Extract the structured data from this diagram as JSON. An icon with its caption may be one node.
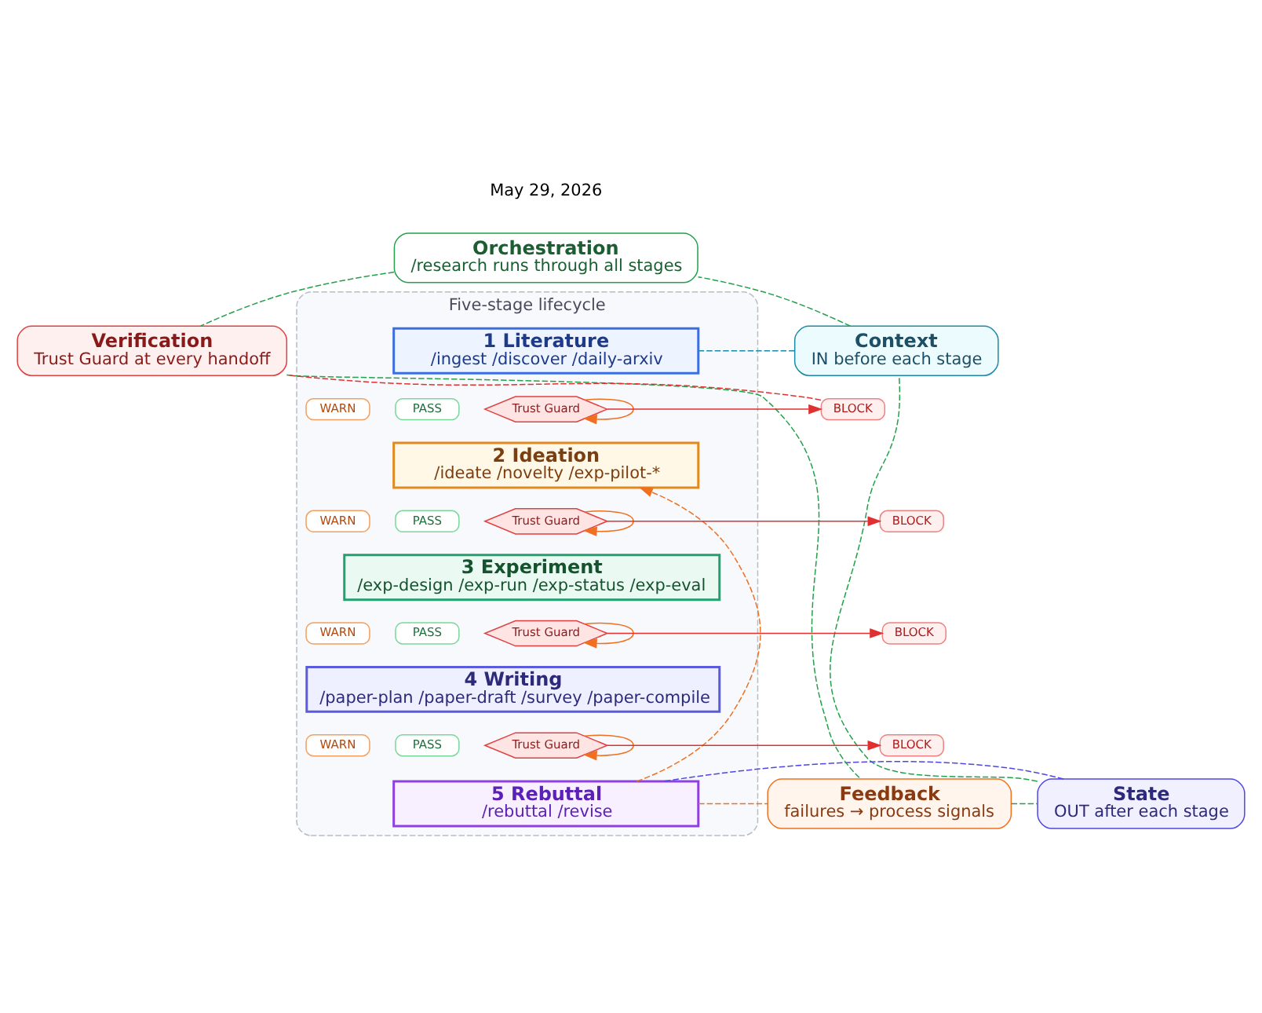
{
  "diagram": {
    "nodes": [
      {
        "text": [
          "Orchestration",
          "/research runs through all stages"
        ]
      },
      {
        "text": [
          "Context",
          "IN before each stage"
        ]
      },
      {
        "text": [
          "State",
          "OUT after each stage"
        ]
      },
      {
        "text": [
          "Verification",
          "Trust Guard at every handoff"
        ]
      },
      {
        "text": [
          "Feedback",
          "failures → process signals"
        ]
      },
      {
        "text": [
          "Five-stage lifecycle"
        ]
      },
      {
        "text": [
          "1 Literature",
          "/ingest /discover /daily-arxiv"
        ],
        "in": 5
      },
      {
        "text": [
          "2 Ideation",
          "/ideate /novelty /exp-pilot-*"
        ],
        "in": 5
      },
      {
        "text": [
          "3 Experiment",
          "/exp-design /exp-run /exp-status /exp-eval"
        ],
        "in": 5
      },
      {
        "text": [
          "4 Writing",
          "/paper-plan /paper-draft /survey /paper-compile"
        ],
        "in": 5
      },
      {
        "text": [
          "5 Rebuttal",
          "/rebuttal /revise"
        ],
        "in": 5
      },
      {
        "text": [
          "PASS"
        ],
        "in": 5
      },
      {
        "text": [
          "Trust Guard"
        ],
        "in": 5
      },
      {
        "text": [
          "WARN"
        ],
        "in": 5
      },
      {
        "text": [
          "BLOCK"
        ]
      },
      {
        "text": [
          "PASS"
        ],
        "in": 5
      },
      {
        "text": [
          "Trust Guard"
        ],
        "in": 5
      },
      {
        "text": [
          "WARN"
        ],
        "in": 5
      },
      {
        "text": [
          "BLOCK"
        ]
      },
      {
        "text": [
          "PASS"
        ],
        "in": 5
      },
      {
        "text": [
          "Trust Guard"
        ],
        "in": 5
      },
      {
        "text": [
          "WARN"
        ],
        "in": 5
      },
      {
        "text": [
          "BLOCK"
        ]
      },
      {
        "text": [
          "PASS"
        ],
        "in": 5
      },
      {
        "text": [
          "Trust Guard"
        ],
        "in": 5
      },
      {
        "text": [
          "WARN"
        ],
        "in": 5
      },
      {
        "text": [
          "BLOCK"
        ]
      }
    ],
    "edges": [
      {
        "from": 0,
        "to": 3,
        "arrow": "none",
        "style": "dashed",
        "color": "#22a04a"
      },
      {
        "from": 3,
        "to": 4,
        "arrow": "none",
        "style": "dashed",
        "color": "#22a04a"
      },
      {
        "from": 4,
        "to": 2,
        "arrow": "none",
        "style": "dashed",
        "color": "#22a04a"
      },
      {
        "from": 2,
        "to": 1,
        "arrow": "none",
        "style": "dashed",
        "color": "#22a04a"
      },
      {
        "from": 1,
        "to": 0,
        "arrow": "none",
        "style": "dashed",
        "color": "#22a04a"
      },
      {
        "from": 1,
        "to": 6,
        "arrow": "none",
        "style": "dashed",
        "color": "#1a8aa8"
      },
      {
        "from": 2,
        "to": 10,
        "arrow": "none",
        "style": "dashed",
        "color": "#4f46e5"
      },
      {
        "from": 12,
        "to": 12,
        "arrow": "to",
        "color": "#f07020"
      },
      {
        "from": 12,
        "to": 14,
        "arrow": "to"
      },
      {
        "from": 16,
        "to": 16,
        "arrow": "to",
        "color": "#f07020"
      },
      {
        "from": 16,
        "to": 18,
        "arrow": "to"
      },
      {
        "from": 20,
        "to": 20,
        "arrow": "to",
        "color": "#f07020"
      },
      {
        "from": 20,
        "to": 22,
        "arrow": "to"
      },
      {
        "from": 24,
        "to": 24,
        "arrow": "to",
        "color": "#f07020"
      },
      {
        "from": 24,
        "to": 26,
        "arrow": "to"
      },
      {
        "from": 14,
        "to": 3,
        "arrow": "none",
        "style": "dashed"
      },
      {
        "from": 10,
        "to": 7,
        "arrow": "to",
        "style": "dashed",
        "color": "#f07020"
      },
      {
        "from": 10,
        "to": 4,
        "arrow": "none",
        "style": "dashed",
        "color": "#f07020"
      }
    ],
    "labels": [
      "May 29, 2026"
    ]
  }
}
